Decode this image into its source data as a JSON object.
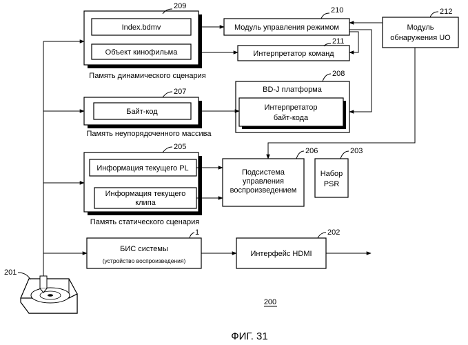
{
  "blocks": {
    "index_bdmv": "Index.bdmv",
    "movie_object": "Объект кинофильма",
    "dynamic_memory": "Память динамического сценария",
    "mode_module": "Модуль управления режимом",
    "cmd_interp": "Интерпретатор команд",
    "uo_module_l1": "Модуль",
    "uo_module_l2": "обнаружения UO",
    "bdj_platform": "BD-J платформа",
    "bytecode_interp_l1": "Интерпретатор",
    "bytecode_interp_l2": "байт-кода",
    "bytecode": "Байт-код",
    "random_memory": "Память неупорядоченного массива",
    "cur_pl": "Информация текущего PL",
    "cur_clip_l1": "Информация текущего",
    "cur_clip_l2": "клипа",
    "static_memory": "Память статического сценария",
    "playback_l1": "Подсистема",
    "playback_l2": "управления",
    "playback_l3": "воспроизведением",
    "psr_l1": "Набор",
    "psr_l2": "PSR",
    "lsi_l1": "БИС системы",
    "lsi_l2": "(устройство воспроизведения)",
    "hdmi": "Интерфейс HDMI"
  },
  "refs": {
    "r209": "209",
    "r210": "210",
    "r211": "211",
    "r212": "212",
    "r207": "207",
    "r208": "208",
    "r205": "205",
    "r206": "206",
    "r203": "203",
    "r1": "1",
    "r202": "202",
    "r201": "201",
    "r200": "200"
  },
  "caption": "ФИГ. 31"
}
